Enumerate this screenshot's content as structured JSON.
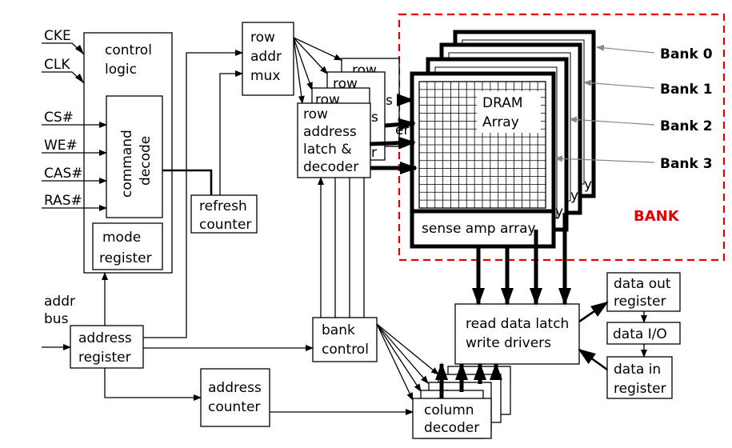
{
  "pins": {
    "cke": "CKE",
    "clk": "CLK",
    "cs": "CS#",
    "we": "WE#",
    "cas": "CAS#",
    "ras": "RAS#"
  },
  "addr_bus": {
    "line1": "addr",
    "line2": "bus"
  },
  "control_logic": {
    "line1": "control",
    "line2": "logic"
  },
  "command_decode": {
    "line1": "command",
    "line2": "decode"
  },
  "mode_register": {
    "line1": "mode",
    "line2": "register"
  },
  "address_register": {
    "line1": "address",
    "line2": "register"
  },
  "refresh_counter": {
    "line1": "refresh",
    "line2": "counter"
  },
  "row_addr_mux": {
    "line1": "row",
    "line2": "addr",
    "line3": "mux"
  },
  "row_decoder": {
    "line1": "row",
    "line2": "address",
    "line3": "latch &",
    "line4": "decoder"
  },
  "row_stack_labels": {
    "a": "row",
    "b": "row",
    "c": "row",
    "frag_s1": "s",
    "frag_s2": "s",
    "frag_er": "er",
    "frag_r": "r"
  },
  "bank_control": {
    "line1": "bank",
    "line2": "control"
  },
  "address_counter": {
    "line1": "address",
    "line2": "counter"
  },
  "column_decoder": {
    "line1": "column",
    "line2": "decoder",
    "stack_a": "colum",
    "stack_b": "column"
  },
  "dram_array": {
    "line1": "DRAM",
    "line2": "Array",
    "stack_y": "y"
  },
  "sense_amp": {
    "label": "sense amp array"
  },
  "read_write": {
    "line1": "read data latch",
    "line2": "write drivers"
  },
  "data_out_register": {
    "line1": "data out",
    "line2": "register"
  },
  "data_io": {
    "label": "data I/O"
  },
  "data_in_register": {
    "line1": "data in",
    "line2": "register"
  },
  "banks": [
    "Bank 0",
    "Bank 1",
    "Bank 2",
    "Bank 3"
  ],
  "bank_tag": "BANK",
  "colors": {
    "bank_outline": "#e00000",
    "stroke": "#000000",
    "leader": "#888888"
  }
}
